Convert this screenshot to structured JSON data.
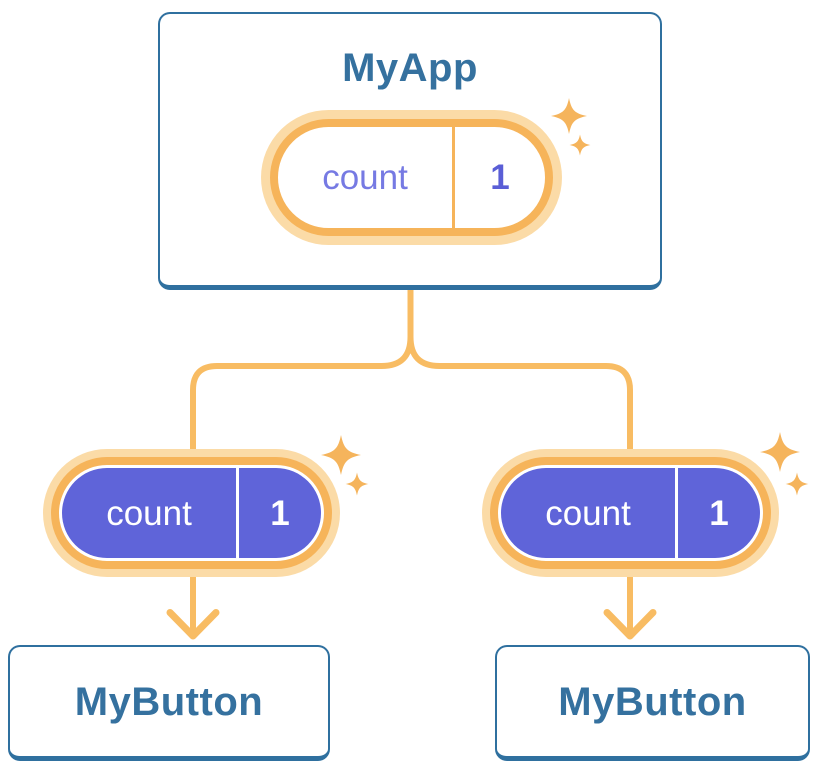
{
  "colors": {
    "background": "#FFFFFF",
    "card-border": "#2F709F",
    "card-title": "#35719F",
    "pill-ring": "#F6B45A",
    "pill-halo": "#FBDBA7",
    "connector": "#F8BC63",
    "sparkle": "#F5B45C",
    "state-purple": "#5F64D9",
    "state-label-text": "#767AE3",
    "state-value-text": "#5A5ED6",
    "state-text-light": "#FFFFFF"
  },
  "root_card": {
    "title": "MyApp",
    "pill": {
      "label": "count",
      "value": "1"
    }
  },
  "children": [
    {
      "pill": {
        "label": "count",
        "value": "1"
      },
      "card": {
        "title": "MyButton"
      }
    },
    {
      "pill": {
        "label": "count",
        "value": "1"
      },
      "card": {
        "title": "MyButton"
      }
    }
  ],
  "icons": {
    "sparkle": "sparkle-icon",
    "arrow": "arrow-down-icon"
  }
}
